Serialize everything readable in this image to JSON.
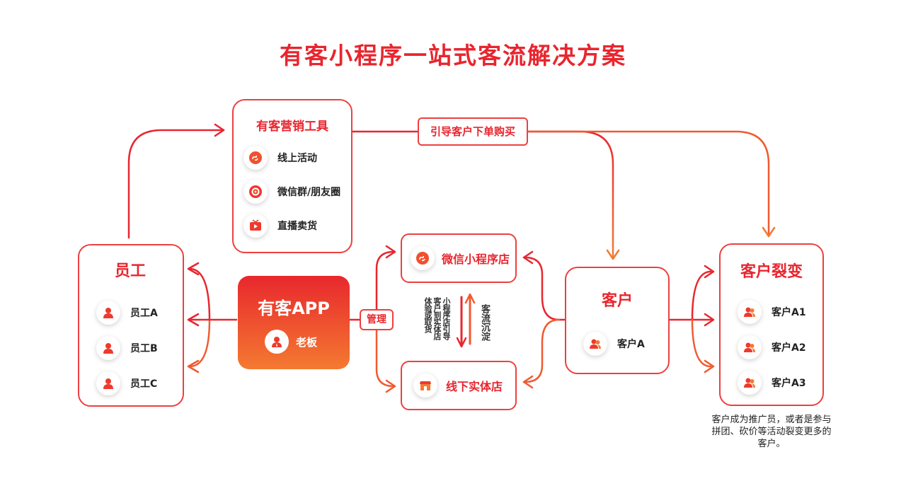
{
  "title": "有客小程序一站式客流解决方案",
  "colors": {
    "primary": "#e8262f",
    "gradient_end": "#f47a31"
  },
  "marketing": {
    "title": "有客营销工具",
    "items": [
      {
        "label": "线上活动",
        "icon": "mini-program-icon"
      },
      {
        "label": "微信群/朋友圈",
        "icon": "wechat-moments-icon"
      },
      {
        "label": "直播卖货",
        "icon": "live-tv-icon"
      }
    ]
  },
  "guide_label": "引导客户下单购买",
  "staff": {
    "title": "员工",
    "items": [
      {
        "label": "员工A",
        "icon": "person-icon"
      },
      {
        "label": "员工B",
        "icon": "person-icon"
      },
      {
        "label": "员工C",
        "icon": "person-icon"
      }
    ]
  },
  "app": {
    "title": "有客APP",
    "boss_label": "老板"
  },
  "manage_label": "管理",
  "mini_store": {
    "label": "微信小程序店",
    "icon": "mini-program-icon"
  },
  "offline_store": {
    "label": "线下实体店",
    "icon": "storefront-icon"
  },
  "middle_text_left": [
    "小程序店引导",
    "客户到实体店",
    "体验或取货"
  ],
  "middle_text_right": "客流沉淀",
  "customer": {
    "title": "客户",
    "item": "客户A",
    "icon": "people-icon"
  },
  "fission": {
    "title": "客户裂变",
    "items": [
      {
        "label": "客户A1",
        "icon": "people-icon"
      },
      {
        "label": "客户A2",
        "icon": "people-icon"
      },
      {
        "label": "客户A3",
        "icon": "people-icon"
      }
    ]
  },
  "note": "客户成为推广员，或者是参与拼团、砍价等活动裂变更多的客户。"
}
